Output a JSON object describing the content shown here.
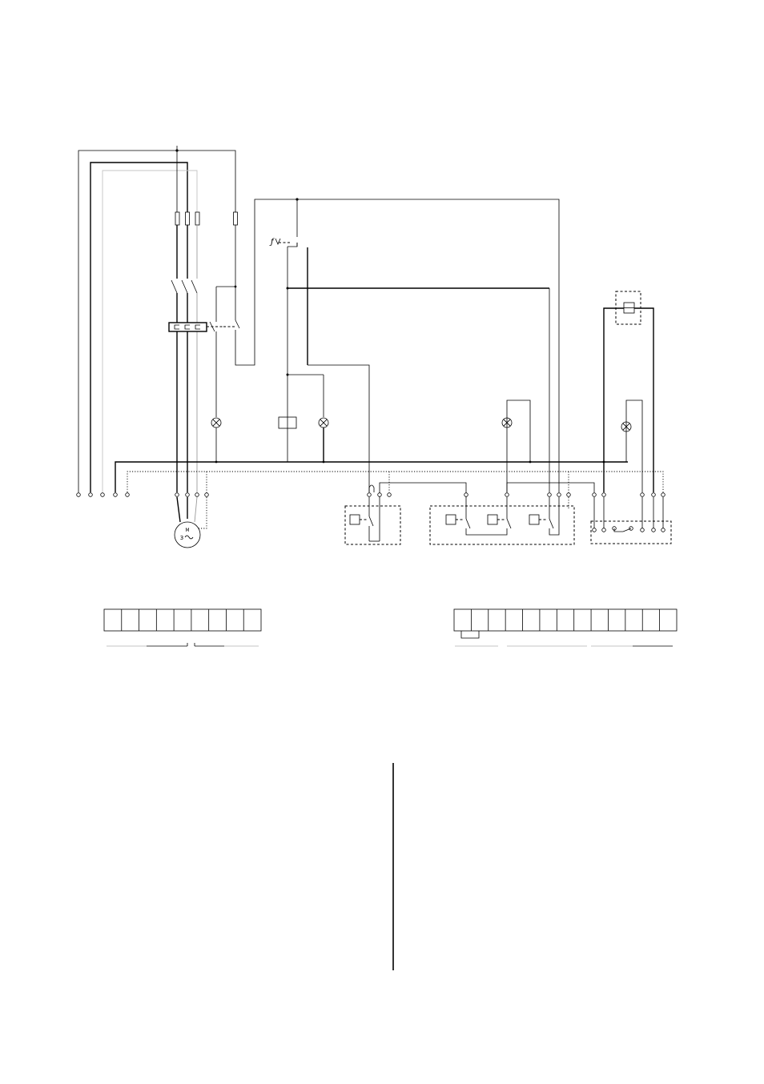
{
  "diagram": {
    "motor_symbol": {
      "letter": "M",
      "phase_label": "3"
    },
    "left_terminal_strip": {
      "cell_count": 9
    },
    "right_terminal_strip": {
      "cell_count": 13
    }
  }
}
